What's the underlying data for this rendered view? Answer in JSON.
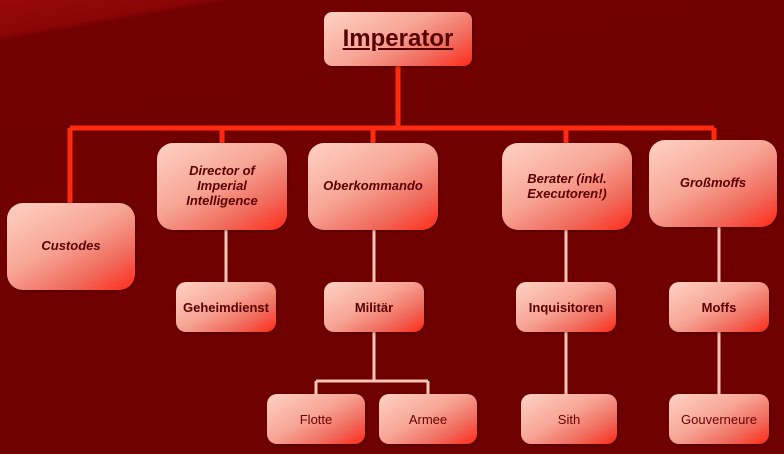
{
  "root": "Imperator",
  "level1": {
    "custodes": "Custodes",
    "director": "Director of Imperial Intelligence",
    "oberkommando": "Oberkommando",
    "berater": "Berater (inkl. Executoren!)",
    "grossmoffs": "Großmoffs"
  },
  "level2": {
    "geheimdienst": "Geheimdienst",
    "militaer": "Militär",
    "inquisitoren": "Inquisitoren",
    "moffs": "Moffs"
  },
  "level3": {
    "flotte": "Flotte",
    "armee": "Armee",
    "sith": "Sith",
    "gouverneure": "Gouverneure"
  }
}
